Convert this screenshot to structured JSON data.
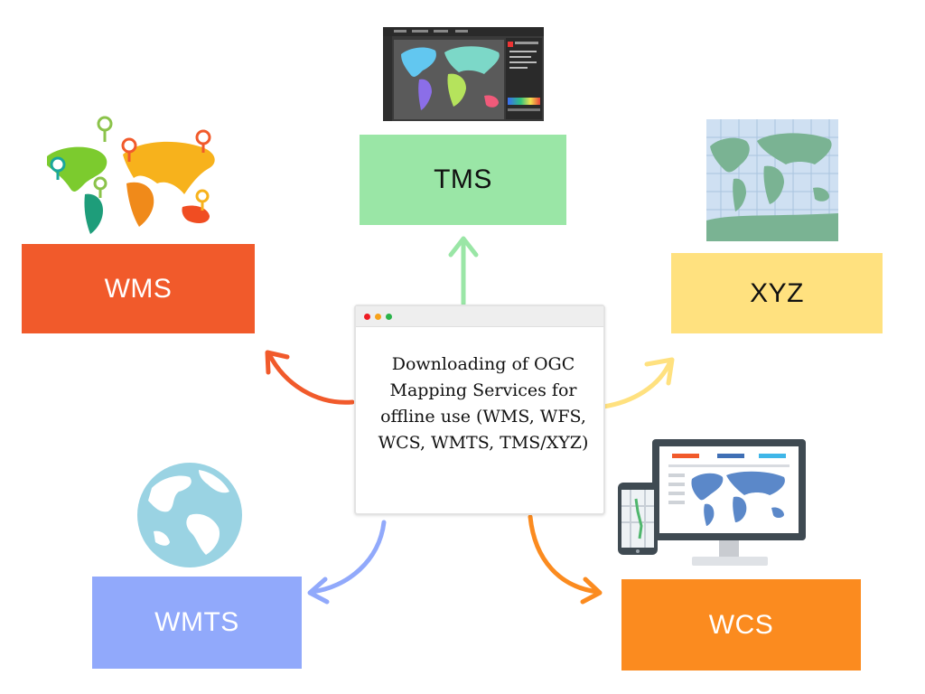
{
  "center": {
    "text": "Downloading of OGC Mapping Services for offline use (WMS, WFS, WCS, WMTS, TMS/XYZ)",
    "window_dots": [
      "#ee1c24",
      "#f7a21b",
      "#2ab34a"
    ]
  },
  "nodes": {
    "wms": {
      "label": "WMS",
      "color": "#f15a2b"
    },
    "tms": {
      "label": "TMS",
      "color": "#9ae6a6"
    },
    "xyz": {
      "label": "XYZ",
      "color": "#ffe17f"
    },
    "wmts": {
      "label": "WMTS",
      "color": "#91a9fb"
    },
    "wcs": {
      "label": "WCS",
      "color": "#fb8b1f"
    }
  },
  "illustrations": {
    "wms": "world-map-with-pins-icon",
    "tms": "map-editor-screenshot",
    "xyz": "tile-grid-map",
    "wmts": "globe-icon",
    "wcs": "monitor-and-phone-map-icon"
  }
}
